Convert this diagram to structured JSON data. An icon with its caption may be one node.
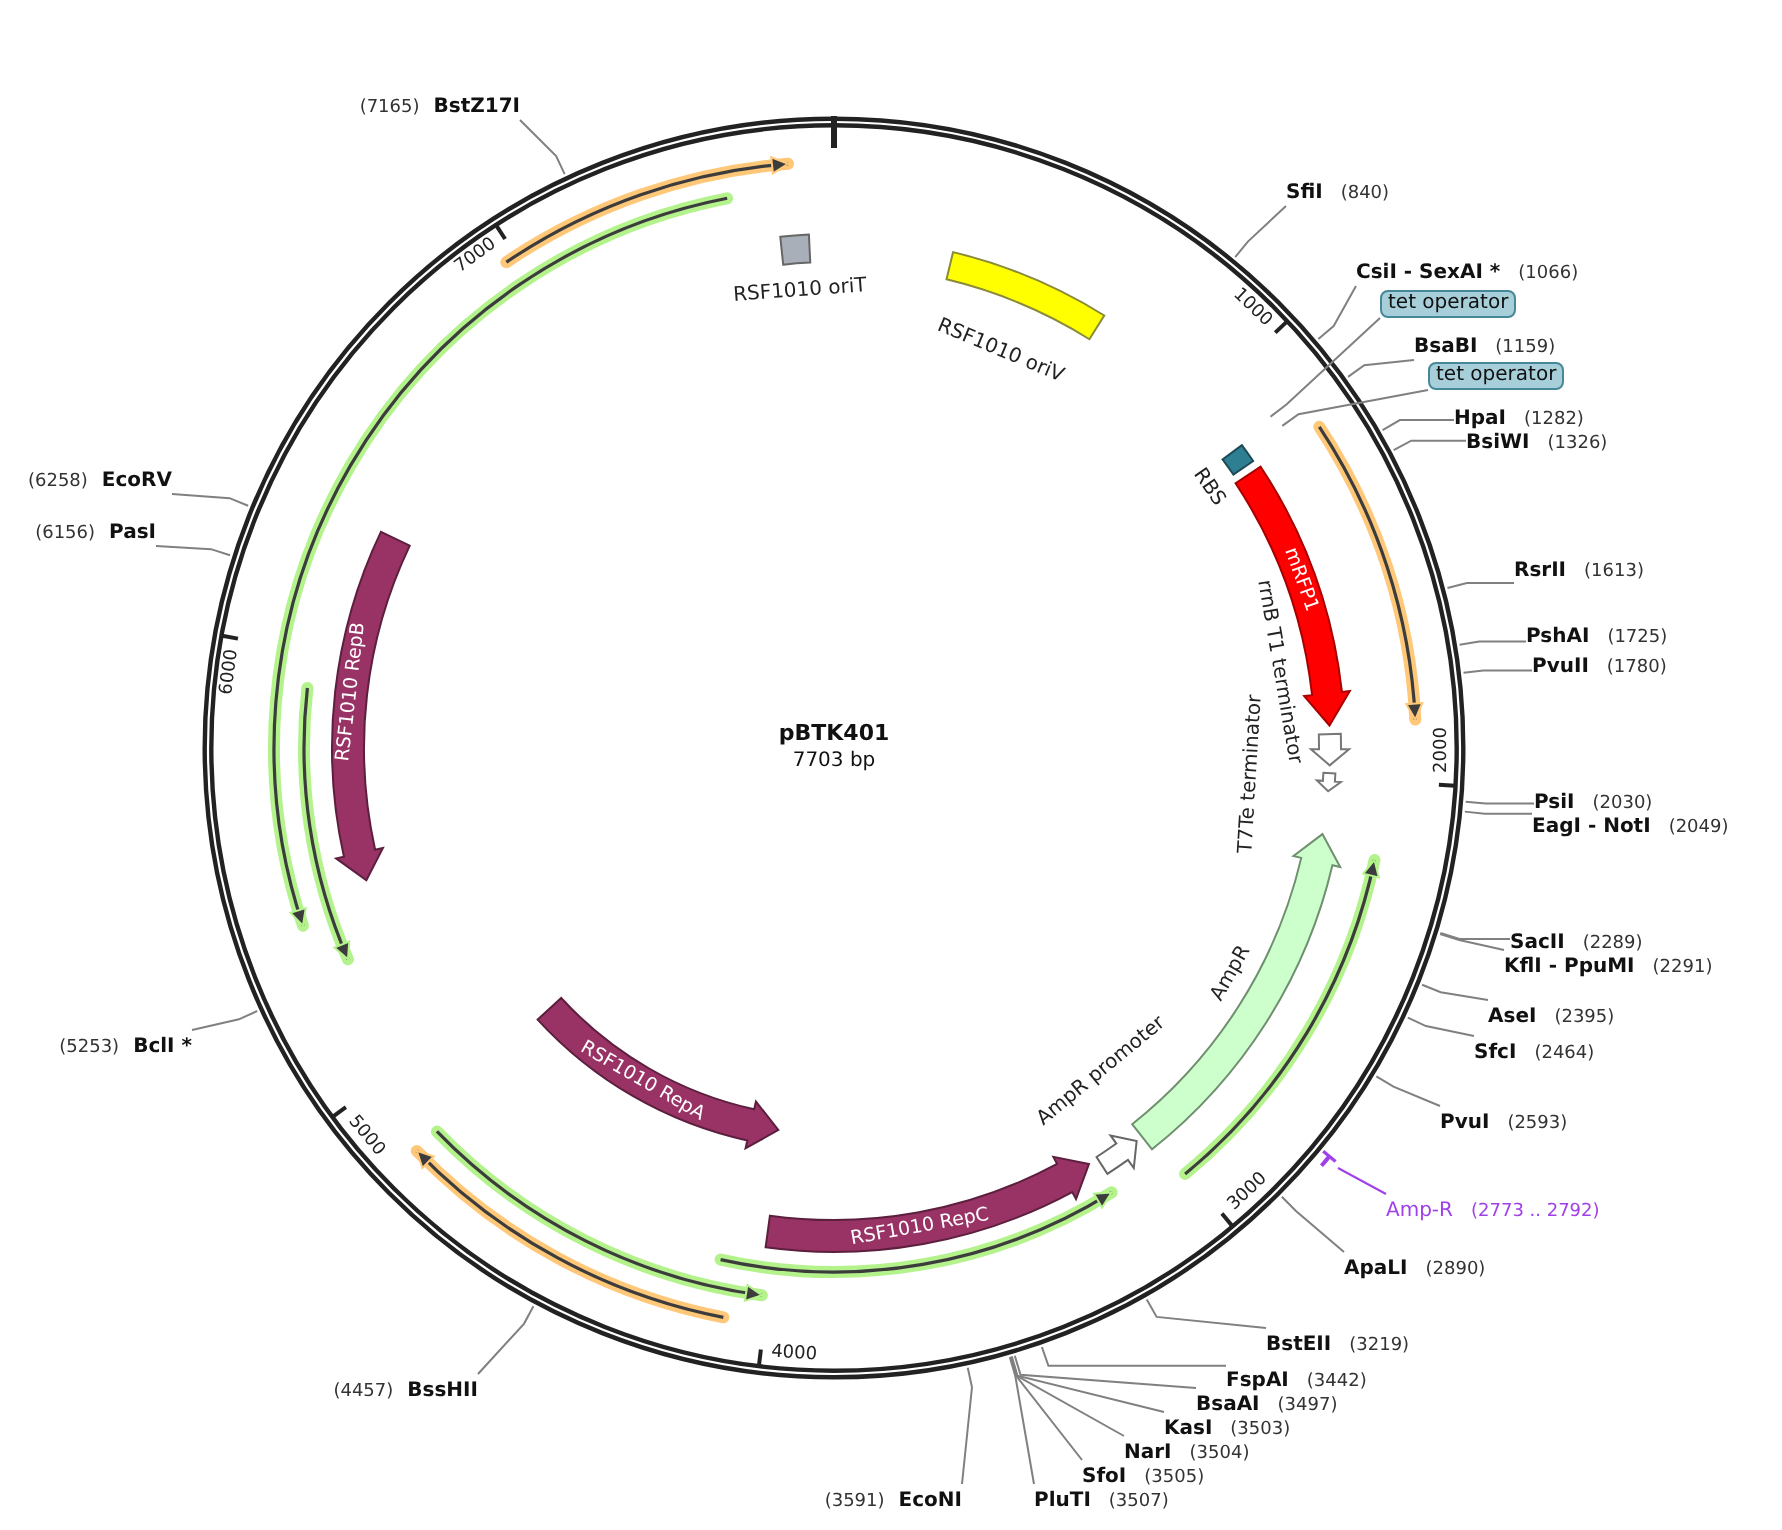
{
  "diagram": {
    "title": "pBTK401",
    "nodes": [
      {
        "text": [
          "RSF1010 oriT"
        ]
      },
      {
        "text": [
          "RSF1010 oriV"
        ]
      },
      {
        "text": [
          "RBS"
        ]
      },
      {
        "text": [
          "mRFP1"
        ]
      },
      {
        "text": [
          "rrnB T1 terminator"
        ]
      },
      {
        "text": [
          "T7Te terminator"
        ]
      },
      {
        "text": [
          "AmpR"
        ]
      },
      {
        "text": [
          "AmpR promoter"
        ]
      },
      {
        "text": [
          "RSF1010 RepC"
        ]
      },
      {
        "text": [
          "RSF1010 RepA"
        ]
      },
      {
        "text": [
          "RSF1010 RepB"
        ]
      },
      {
        "text": [
          "SfiI",
          "(840)"
        ]
      },
      {
        "text": [
          "CsiI - SexAI *",
          "(1066)"
        ]
      },
      {
        "text": [
          "tet operator"
        ]
      },
      {
        "text": [
          "BsaBI",
          "(1159)"
        ]
      },
      {
        "text": [
          "tet operator"
        ]
      },
      {
        "text": [
          "HpaI",
          "(1282)"
        ]
      },
      {
        "text": [
          "BsiWI",
          "(1326)"
        ]
      },
      {
        "text": [
          "RsrII",
          "(1613)"
        ]
      },
      {
        "text": [
          "PshAI",
          "(1725)"
        ]
      },
      {
        "text": [
          "PvuII",
          "(1780)"
        ]
      },
      {
        "text": [
          "PsiI",
          "(2030)"
        ]
      },
      {
        "text": [
          "EagI - NotI",
          "(2049)"
        ]
      },
      {
        "text": [
          "SacII",
          "(2289)"
        ]
      },
      {
        "text": [
          "KflI - PpuMI",
          "(2291)"
        ]
      },
      {
        "text": [
          "AseI",
          "(2395)"
        ]
      },
      {
        "text": [
          "SfcI",
          "(2464)"
        ]
      },
      {
        "text": [
          "PvuI",
          "(2593)"
        ]
      },
      {
        "text": [
          "Amp-R",
          "(2773 .. 2792)"
        ]
      },
      {
        "text": [],
        "shape": "bar"
      },
      {
        "text": [
          "ApaLI",
          "(2890)"
        ]
      },
      {
        "text": [
          "BstEII",
          "(3219)"
        ]
      },
      {
        "text": [
          "FspAI",
          "(3442)"
        ]
      },
      {
        "text": [
          "BsaAI",
          "(3497)"
        ]
      },
      {
        "text": [
          "KasI",
          "(3503)"
        ]
      },
      {
        "text": [
          "NarI",
          "(3504)"
        ]
      },
      {
        "text": [
          "SfoI",
          "(3505)"
        ]
      },
      {
        "text": [
          "PluTI",
          "(3507)"
        ]
      },
      {
        "text": [
          "(3591)",
          "EcoNI"
        ]
      },
      {
        "text": [
          "(4457)",
          "BssHII"
        ]
      },
      {
        "text": [
          "(5253)",
          "BclI *"
        ]
      },
      {
        "text": [
          "(6156)",
          "PasI"
        ]
      },
      {
        "text": [
          "(6258)",
          "EcoRV"
        ]
      },
      {
        "text": [
          "(7165)",
          "BstZ17I"
        ]
      }
    ],
    "edges": [
      {
        "from": 11,
        "to": null,
        "arrow": "none"
      },
      {
        "from": 12,
        "to": null,
        "arrow": "none"
      },
      {
        "from": 13,
        "to": null,
        "arrow": "none"
      },
      {
        "from": 14,
        "to": null,
        "arrow": "none"
      },
      {
        "from": 15,
        "to": null,
        "arrow": "none"
      },
      {
        "from": 16,
        "to": null,
        "arrow": "none"
      },
      {
        "from": 17,
        "to": null,
        "arrow": "none"
      },
      {
        "from": 18,
        "to": null,
        "arrow": "none"
      },
      {
        "from": 19,
        "to": null,
        "arrow": "none"
      },
      {
        "from": 20,
        "to": null,
        "arrow": "none"
      },
      {
        "from": 21,
        "to": null,
        "arrow": "none"
      },
      {
        "from": 22,
        "to": null,
        "arrow": "none"
      },
      {
        "from": 23,
        "to": null,
        "arrow": "none"
      },
      {
        "from": 24,
        "to": null,
        "arrow": "none"
      },
      {
        "from": 25,
        "to": null,
        "arrow": "none"
      },
      {
        "from": 26,
        "to": null,
        "arrow": "none"
      },
      {
        "from": 27,
        "to": null,
        "arrow": "none"
      },
      {
        "from": 28,
        "to": 29,
        "arrow": "none",
        "color": "#a040e8"
      },
      {
        "from": 30,
        "to": null,
        "arrow": "none"
      },
      {
        "from": 31,
        "to": null,
        "arrow": "none"
      },
      {
        "from": 32,
        "to": null,
        "arrow": "none"
      },
      {
        "from": 33,
        "to": null,
        "arrow": "none"
      },
      {
        "from": 34,
        "to": null,
        "arrow": "none"
      },
      {
        "from": 35,
        "to": null,
        "arrow": "none"
      },
      {
        "from": 36,
        "to": null,
        "arrow": "none"
      },
      {
        "from": 37,
        "to": null,
        "arrow": "none"
      },
      {
        "from": 38,
        "to": null,
        "arrow": "none"
      },
      {
        "from": 39,
        "to": null,
        "arrow": "none"
      },
      {
        "from": 40,
        "to": null,
        "arrow": "none"
      },
      {
        "from": 41,
        "to": null,
        "arrow": "none"
      },
      {
        "from": 42,
        "to": null,
        "arrow": "none"
      },
      {
        "from": 43,
        "to": null,
        "arrow": "none"
      }
    ],
    "labels": [
      "7000",
      "1000",
      "6000",
      "2000",
      "7703 bp",
      "5000",
      "3000",
      "4000"
    ]
  }
}
